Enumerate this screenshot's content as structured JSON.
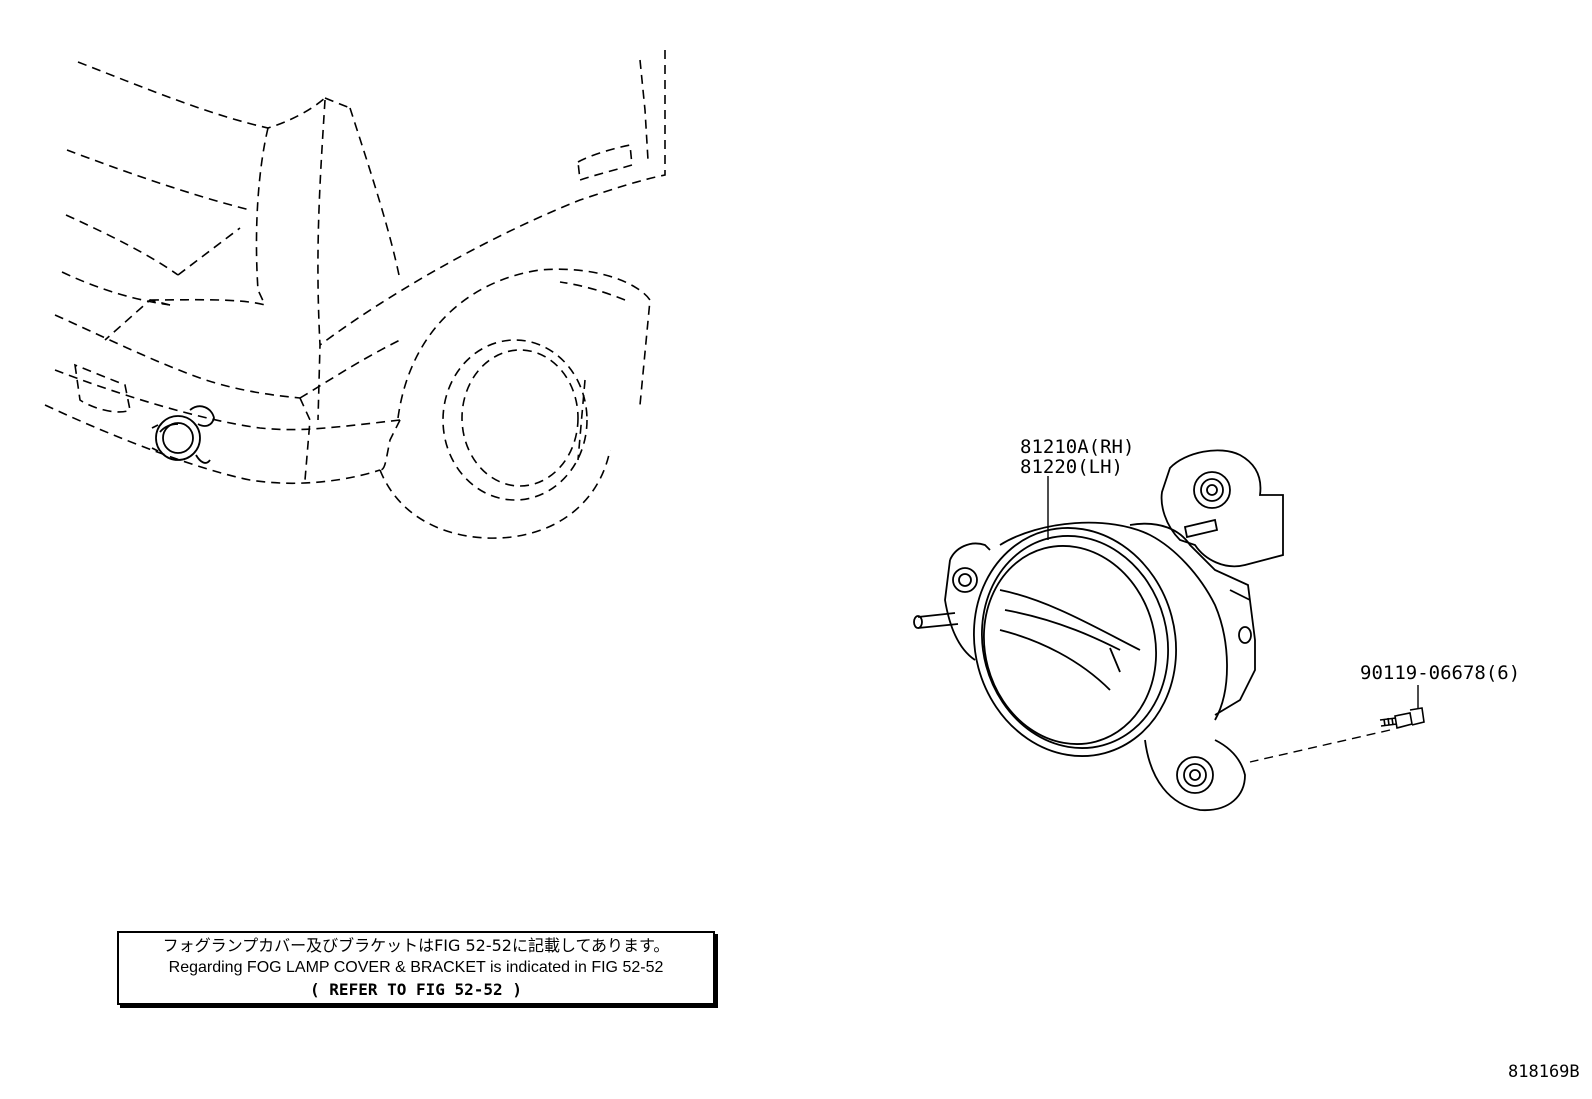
{
  "parts": {
    "fog_lamp_rh": "81210A(RH)",
    "fog_lamp_lh": "81220(LH)",
    "screw": "90119-06678(6)"
  },
  "note": {
    "japanese": "フォグランプカバー及びブラケットはFIG 52-52に記載してあります。",
    "english": "Regarding FOG LAMP COVER & BRACKET is indicated in FIG 52-52",
    "refer": "(   REFER TO FIG 52-52   )"
  },
  "illustration_id": "818169B"
}
